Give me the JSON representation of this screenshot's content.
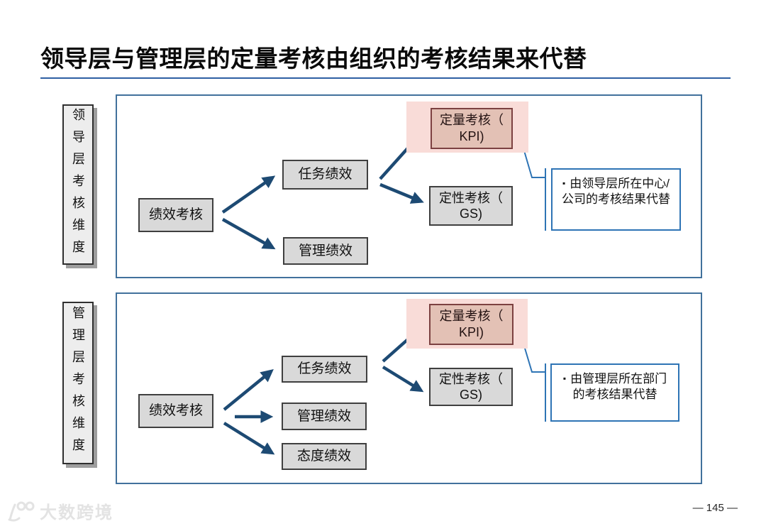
{
  "slide": {
    "title": "领导层与管理层的定量考核由组织的考核结果来代替",
    "page_number": "— 145 —",
    "watermark_text": "大数跨境"
  },
  "panels": [
    {
      "side_label": "领导层考核维度",
      "root_label": "绩效考核",
      "branches": [
        "任务绩效",
        "管理绩效"
      ],
      "kpi_line1": "定量考核（",
      "kpi_line2": "KPI)",
      "gs_line1": "定性考核（",
      "gs_line2": "GS)",
      "callout": {
        "bullet": "▪",
        "text": "由领导层所在中心/公司的考核结果代替"
      }
    },
    {
      "side_label": "管理层考核维度",
      "root_label": "绩效考核",
      "branches": [
        "任务绩效",
        "管理绩效",
        "态度绩效"
      ],
      "kpi_line1": "定量考核（",
      "kpi_line2": "KPI)",
      "gs_line1": "定性考核（",
      "gs_line2": "GS)",
      "callout": {
        "bullet": "▪",
        "text": "由管理层所在部门的考核结果代替"
      }
    }
  ],
  "colors": {
    "title_rule": "#2E5FA3",
    "panel_border": "#41719C",
    "arrow": "#1D4A73",
    "gray_box_fill": "#D9D9D9",
    "gray_box_border": "#3F3F3F",
    "kpi_fill": "#E3C1B5",
    "kpi_border": "#7C4141",
    "kpi_highlight": "#F9DCD8",
    "callout_border": "#2E74B5"
  }
}
